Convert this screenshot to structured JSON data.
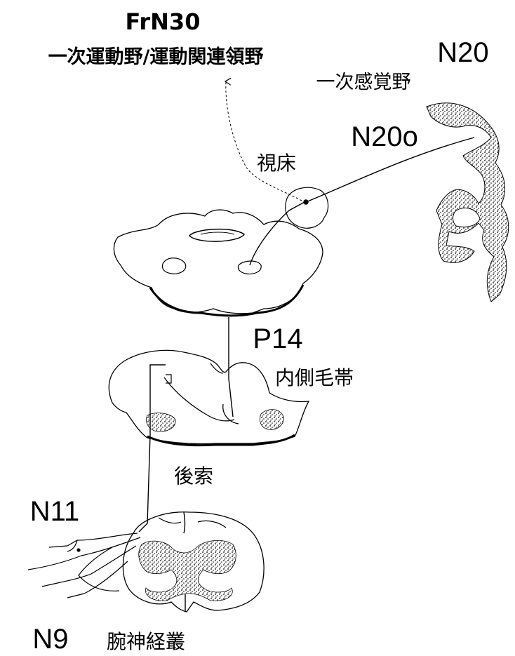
{
  "labels": {
    "frn30": "FrN30",
    "frn30_area": "一次運動野/運動関連領野",
    "n20": "N20",
    "n20_area": "一次感覚野",
    "n20o": "N20o",
    "thalamus": "視床",
    "p14": "P14",
    "medial_lemniscus": "内側毛帯",
    "posterior_column": "後索",
    "n11": "N11",
    "n9": "N9",
    "brachial_plexus": "腕神経叢"
  },
  "colors": {
    "ink": "#000000",
    "background": "#ffffff"
  }
}
